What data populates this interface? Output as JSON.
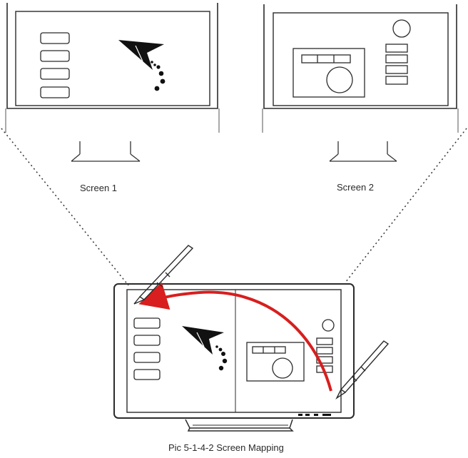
{
  "labels": {
    "screen1": "Screen 1",
    "screen2": "Screen 2"
  },
  "caption": "Pic 5-1-4-2 Screen Mapping",
  "colors": {
    "line": "#2b2b2b",
    "arrow": "#d81e1e",
    "background": "#ffffff"
  },
  "icons": [
    "monitor-icon",
    "pen-tablet-icon",
    "stylus-pen-icon",
    "cursor-arrow-icon",
    "mapping-arrow-icon"
  ]
}
